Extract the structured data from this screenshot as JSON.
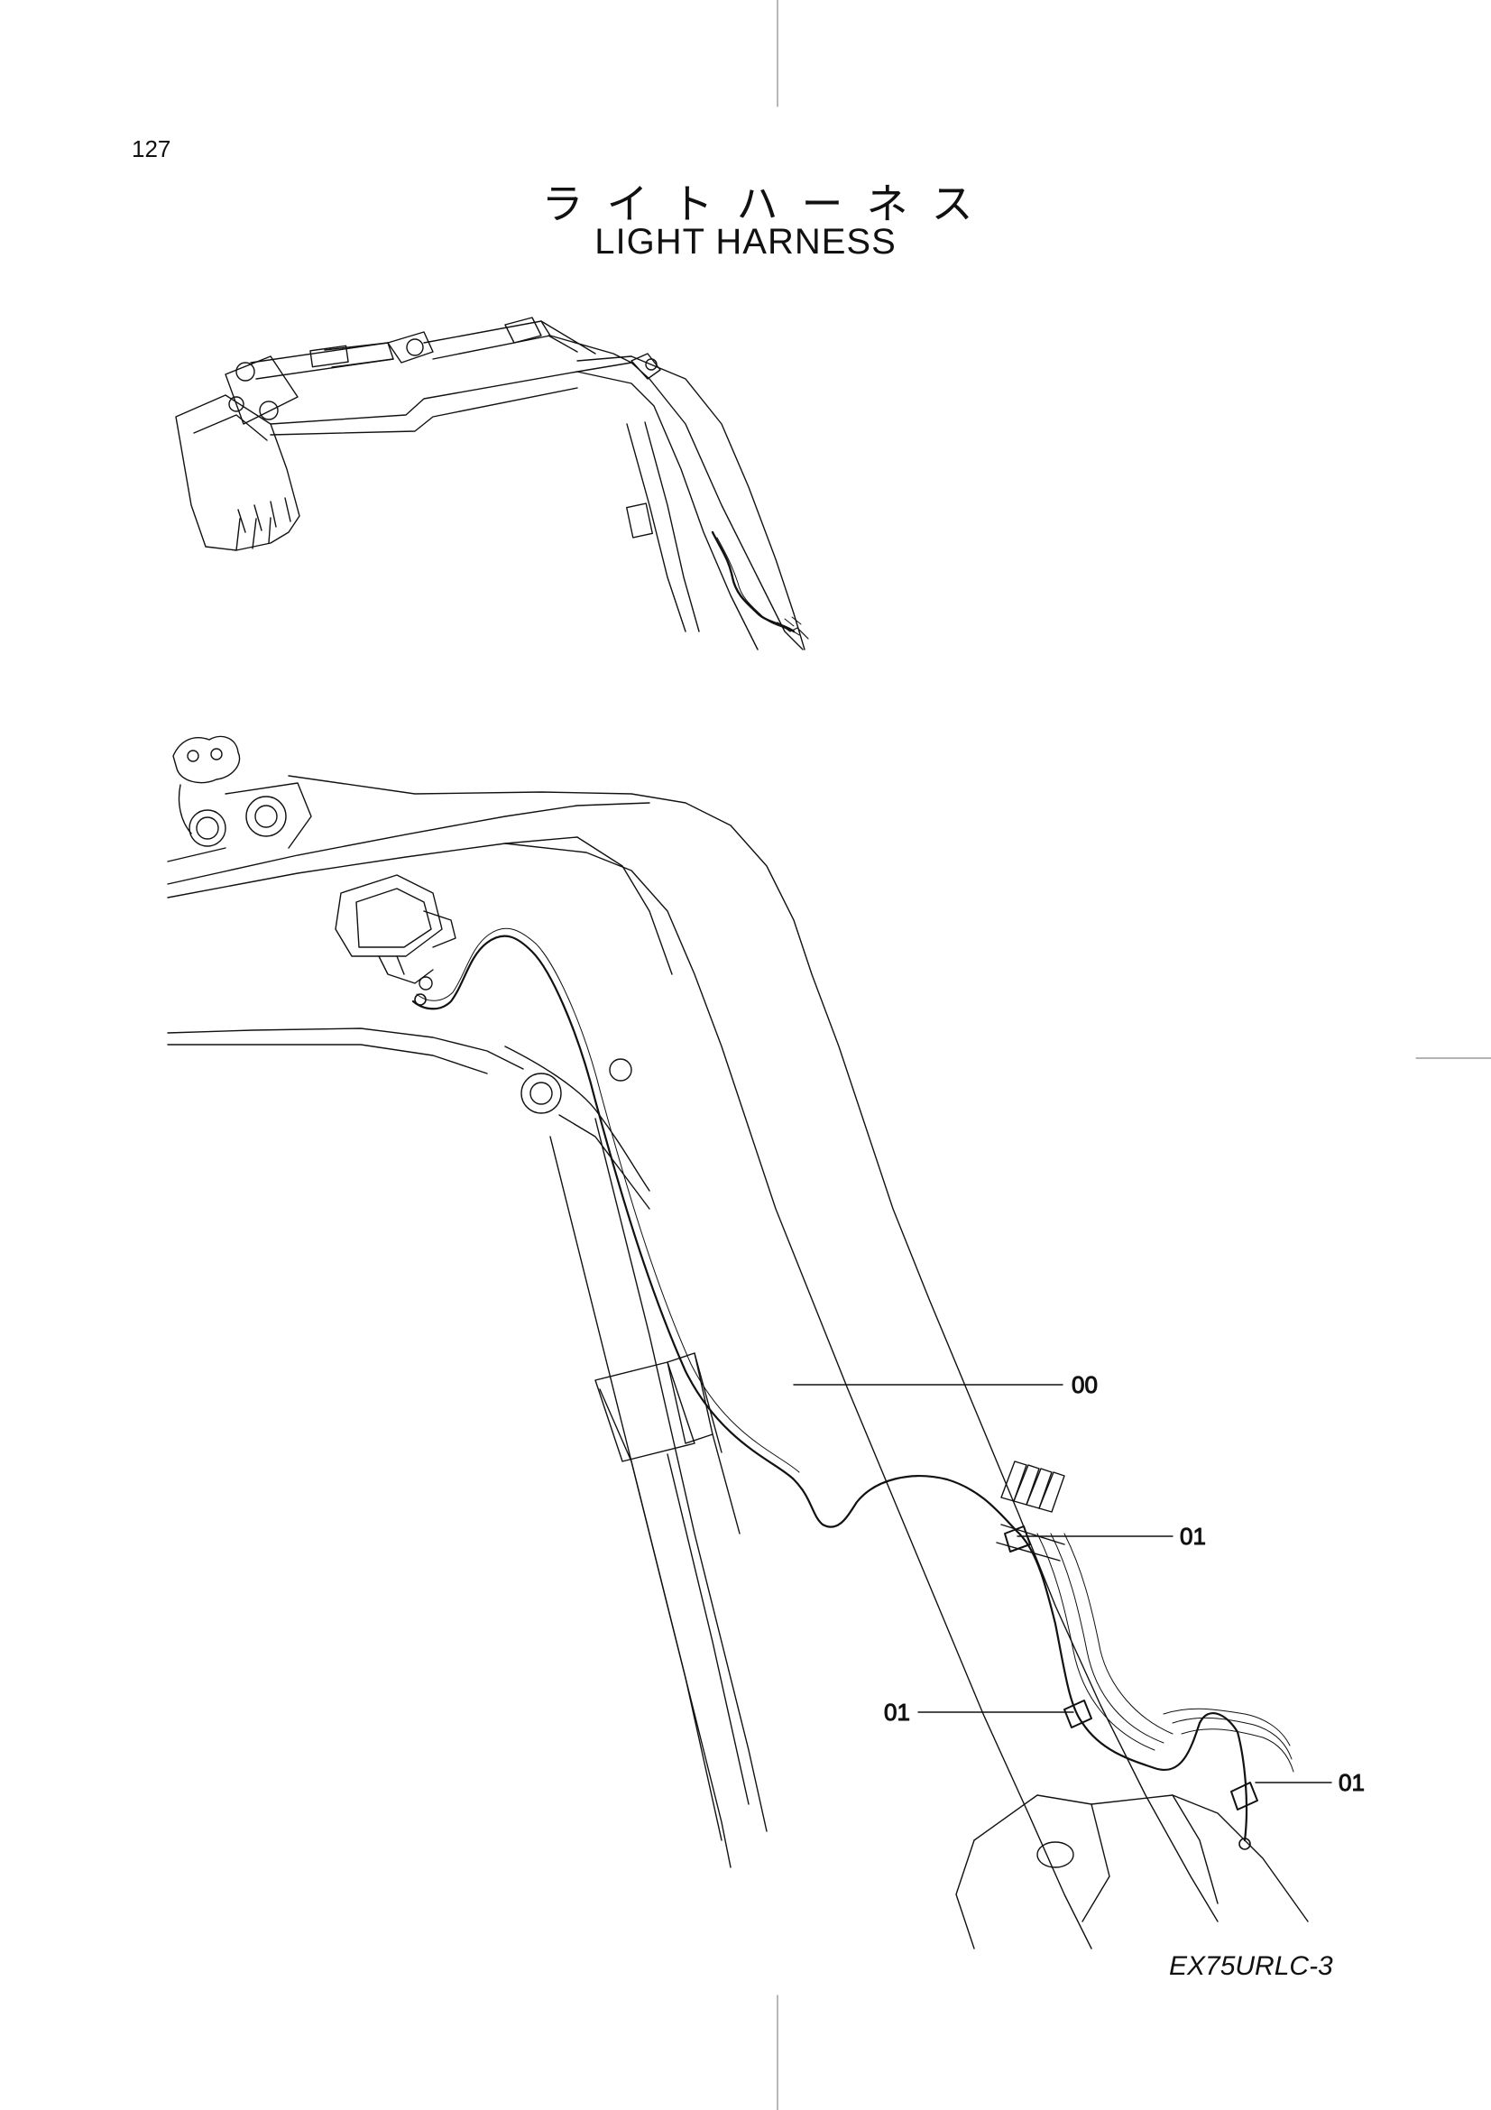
{
  "page": {
    "number": "127",
    "title_jp": "ライトハーネス",
    "title_en": "LIGHT HARNESS",
    "model": "EX75URLC-3"
  },
  "callouts": [
    {
      "id": "harness",
      "label": "00"
    },
    {
      "id": "clamp-upper",
      "label": "01"
    },
    {
      "id": "clamp-middle",
      "label": "01"
    },
    {
      "id": "clamp-lower",
      "label": "01"
    }
  ]
}
